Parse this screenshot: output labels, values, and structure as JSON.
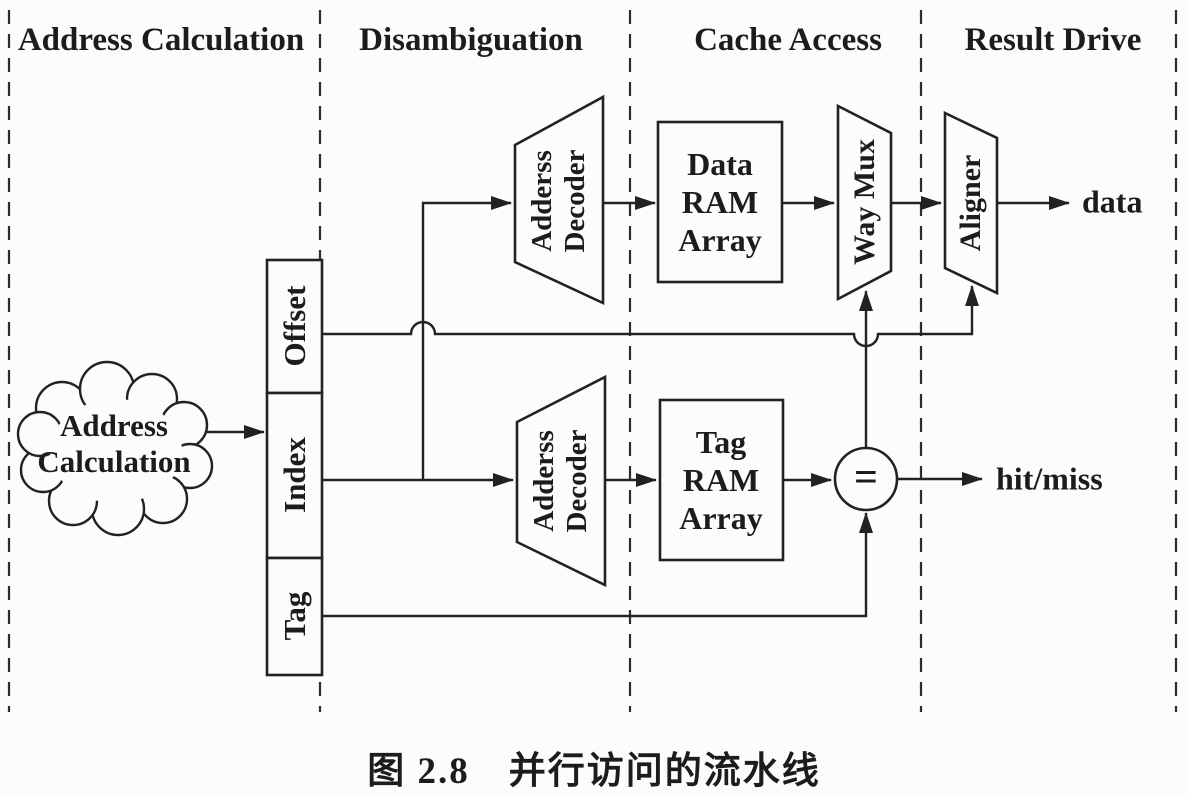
{
  "figure": {
    "caption": "图 2.8　并行访问的流水线"
  },
  "stages": {
    "s1": "Address Calculation",
    "s2": "Disambiguation",
    "s3": "Cache Access",
    "s4": "Result Drive"
  },
  "cloud": {
    "label": "Address\nCalculation"
  },
  "register": {
    "offset": "Offset",
    "index": "Index",
    "tag": "Tag"
  },
  "blocks": {
    "decoder_top": "Adderss\nDecoder",
    "decoder_bottom": "Adderss\nDecoder",
    "data_ram": "Data\nRAM\nArray",
    "tag_ram": "Tag\nRAM\nArray",
    "way_mux": "Way Mux",
    "aligner": "Aligner",
    "comparator": "="
  },
  "outputs": {
    "data": "data",
    "hit_miss": "hit/miss"
  },
  "colors": {
    "ink": "#222222",
    "background": "#fcfcfa"
  }
}
